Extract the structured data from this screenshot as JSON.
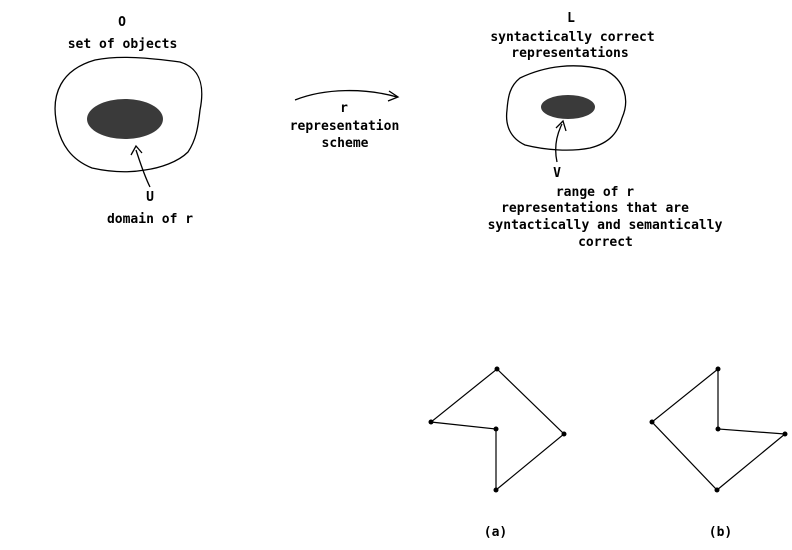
{
  "set_o": {
    "letter": "O",
    "caption": "set of objects",
    "sub_letter": "U",
    "sub_caption": "domain of r"
  },
  "mapping": {
    "letter": "r",
    "line1": "representation",
    "line2": "scheme"
  },
  "set_l": {
    "letter": "L",
    "line1": "syntactically correct",
    "line2": "representations",
    "sub_letter": "V",
    "sub_line1": "range of r",
    "sub_line2": "representations that are",
    "sub_line3": "syntactically and semantically",
    "sub_line4": "correct"
  },
  "polygons": {
    "label_a": "(a)",
    "label_b": "(b)"
  },
  "colors": {
    "ink": "#000000",
    "fill": "#3a3a3a",
    "background": "#ffffff"
  }
}
